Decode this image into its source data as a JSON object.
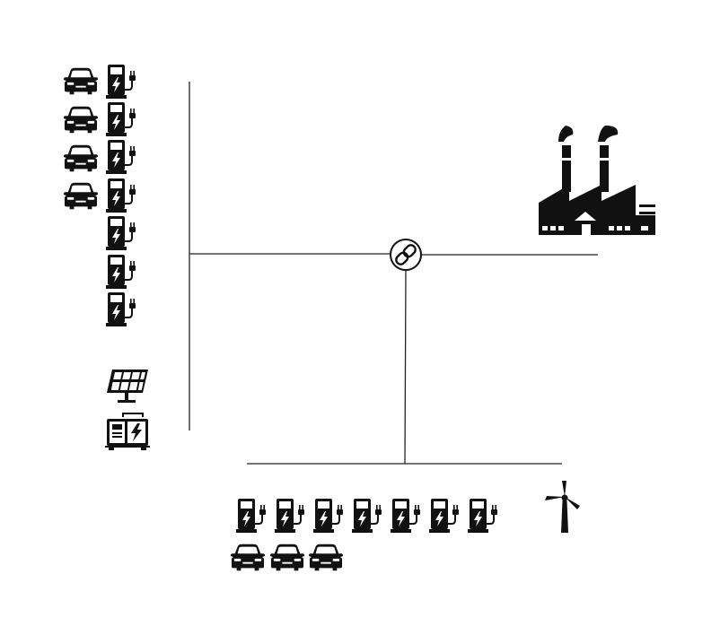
{
  "colors": {
    "ink": "#111111",
    "line": "#222222",
    "background": "#ffffff"
  },
  "icons": {
    "car": "car-icon",
    "charger": "ev-charger-icon",
    "solar": "solar-panel-icon",
    "battery": "battery-storage-icon",
    "factory": "factory-icon",
    "wind": "wind-turbine-icon",
    "coupling": "link-icon"
  },
  "groups": {
    "left_cluster": {
      "cars": 4,
      "chargers": 7,
      "solar_panels": 1,
      "storage_units": 1
    },
    "bottom_cluster": {
      "cars": 3,
      "chargers": 7,
      "wind_turbines": 1
    },
    "right_node": {
      "factories": 1
    }
  }
}
